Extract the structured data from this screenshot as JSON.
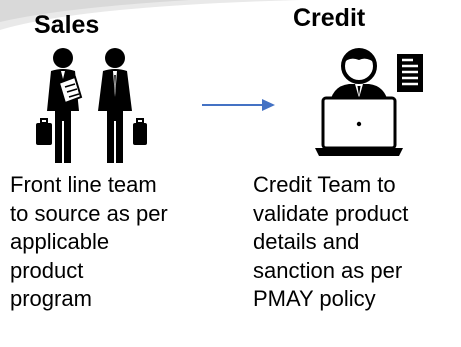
{
  "sales": {
    "title": "Sales",
    "description": "Front line team\nto source as per\napplicable\nproduct\nprogram",
    "icon": "businessmen-icon"
  },
  "credit": {
    "title": "Credit",
    "description": "Credit Team to\nvalidate product\ndetails and\nsanction as per\nPMAY policy",
    "icon": "credit-officer-laptop-icon"
  },
  "flow_arrow": {
    "icon": "right-arrow-icon",
    "color": "#4472c4"
  },
  "colors": {
    "text": "#000000",
    "corner_shade": "#d9d9d9"
  }
}
